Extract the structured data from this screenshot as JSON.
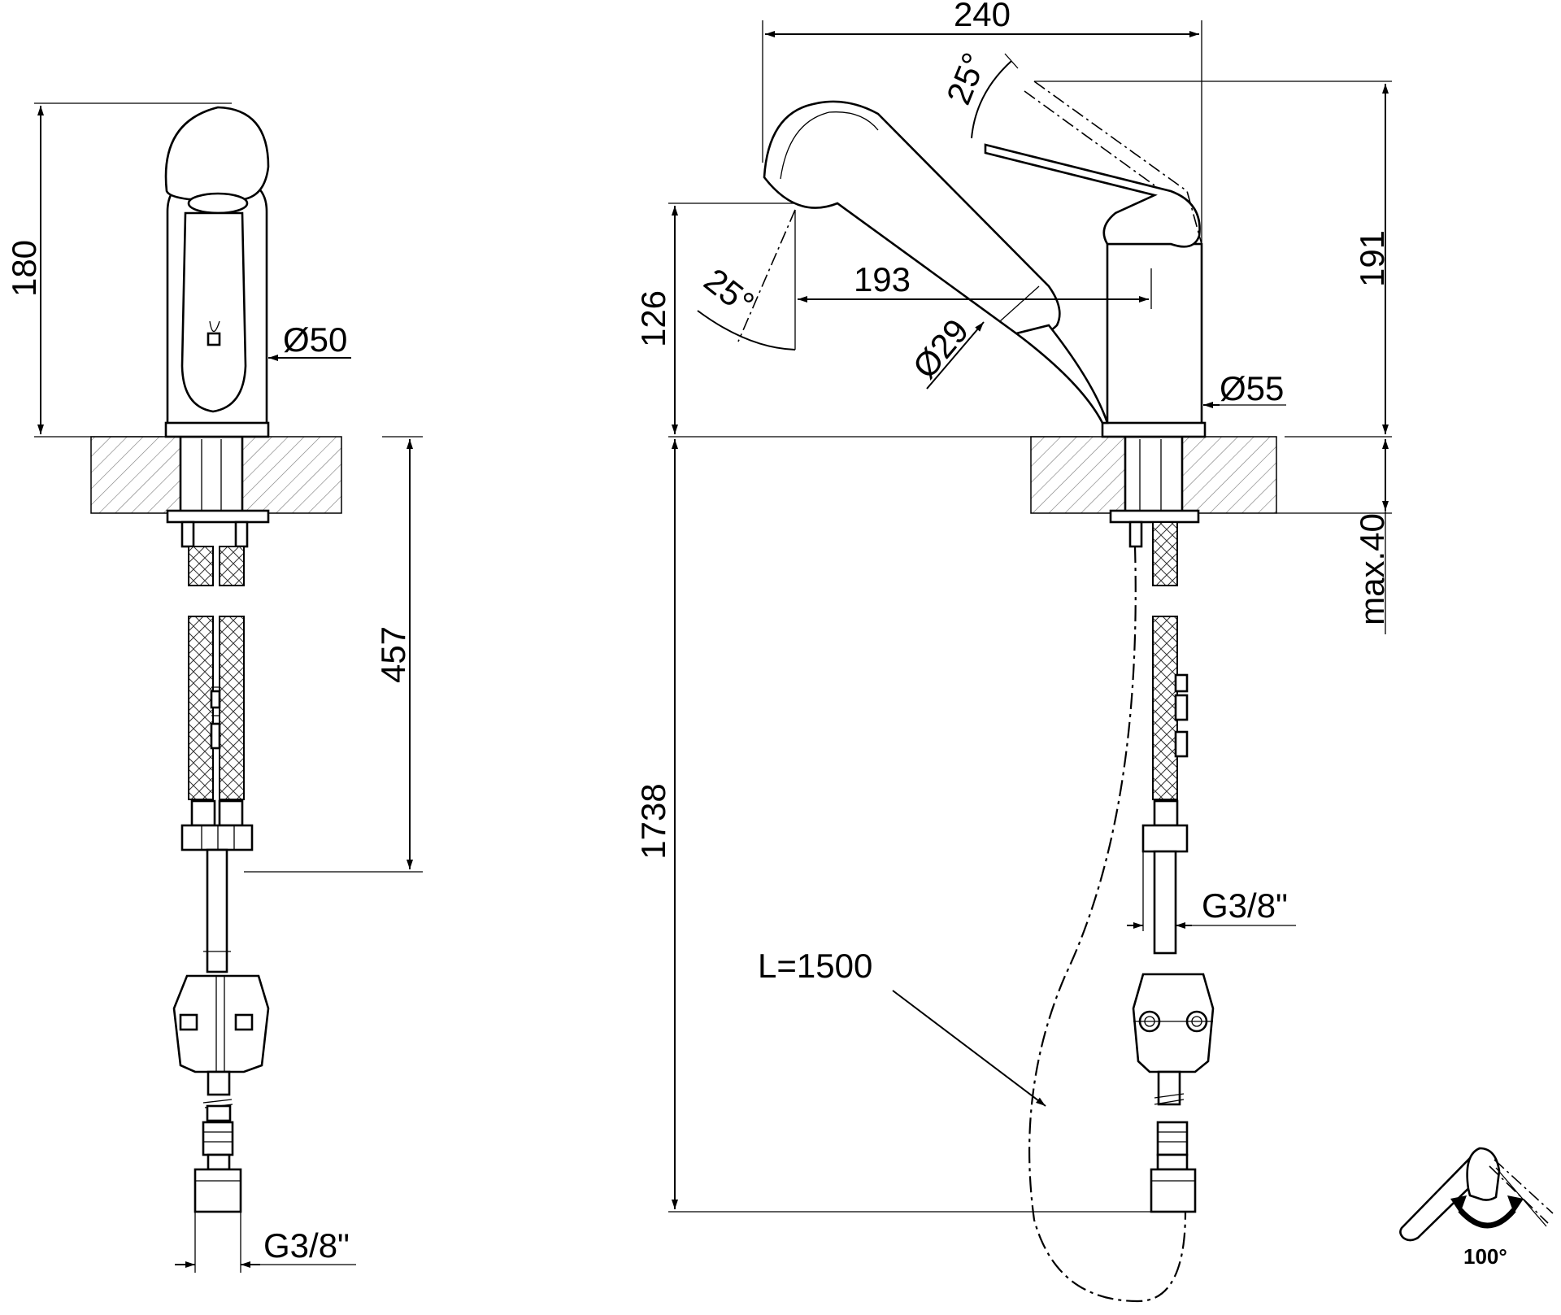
{
  "dimensions": {
    "front_height": "180",
    "front_diameter": "Ø50",
    "front_hose_length": "457",
    "front_thread": "G3/8\"",
    "side_width": "240",
    "side_lever_angle": "25°",
    "side_spout_angle": "25°",
    "side_spout_height": "126",
    "side_spout_reach": "193",
    "side_spray_diameter": "Ø29",
    "side_body_diameter": "Ø55",
    "side_total_height": "191",
    "side_deck_thickness": "max.40",
    "side_hose_length": "1738",
    "side_thread": "G3/8\"",
    "pull_out_length": "L=1500",
    "lever_rotation": "100°"
  }
}
